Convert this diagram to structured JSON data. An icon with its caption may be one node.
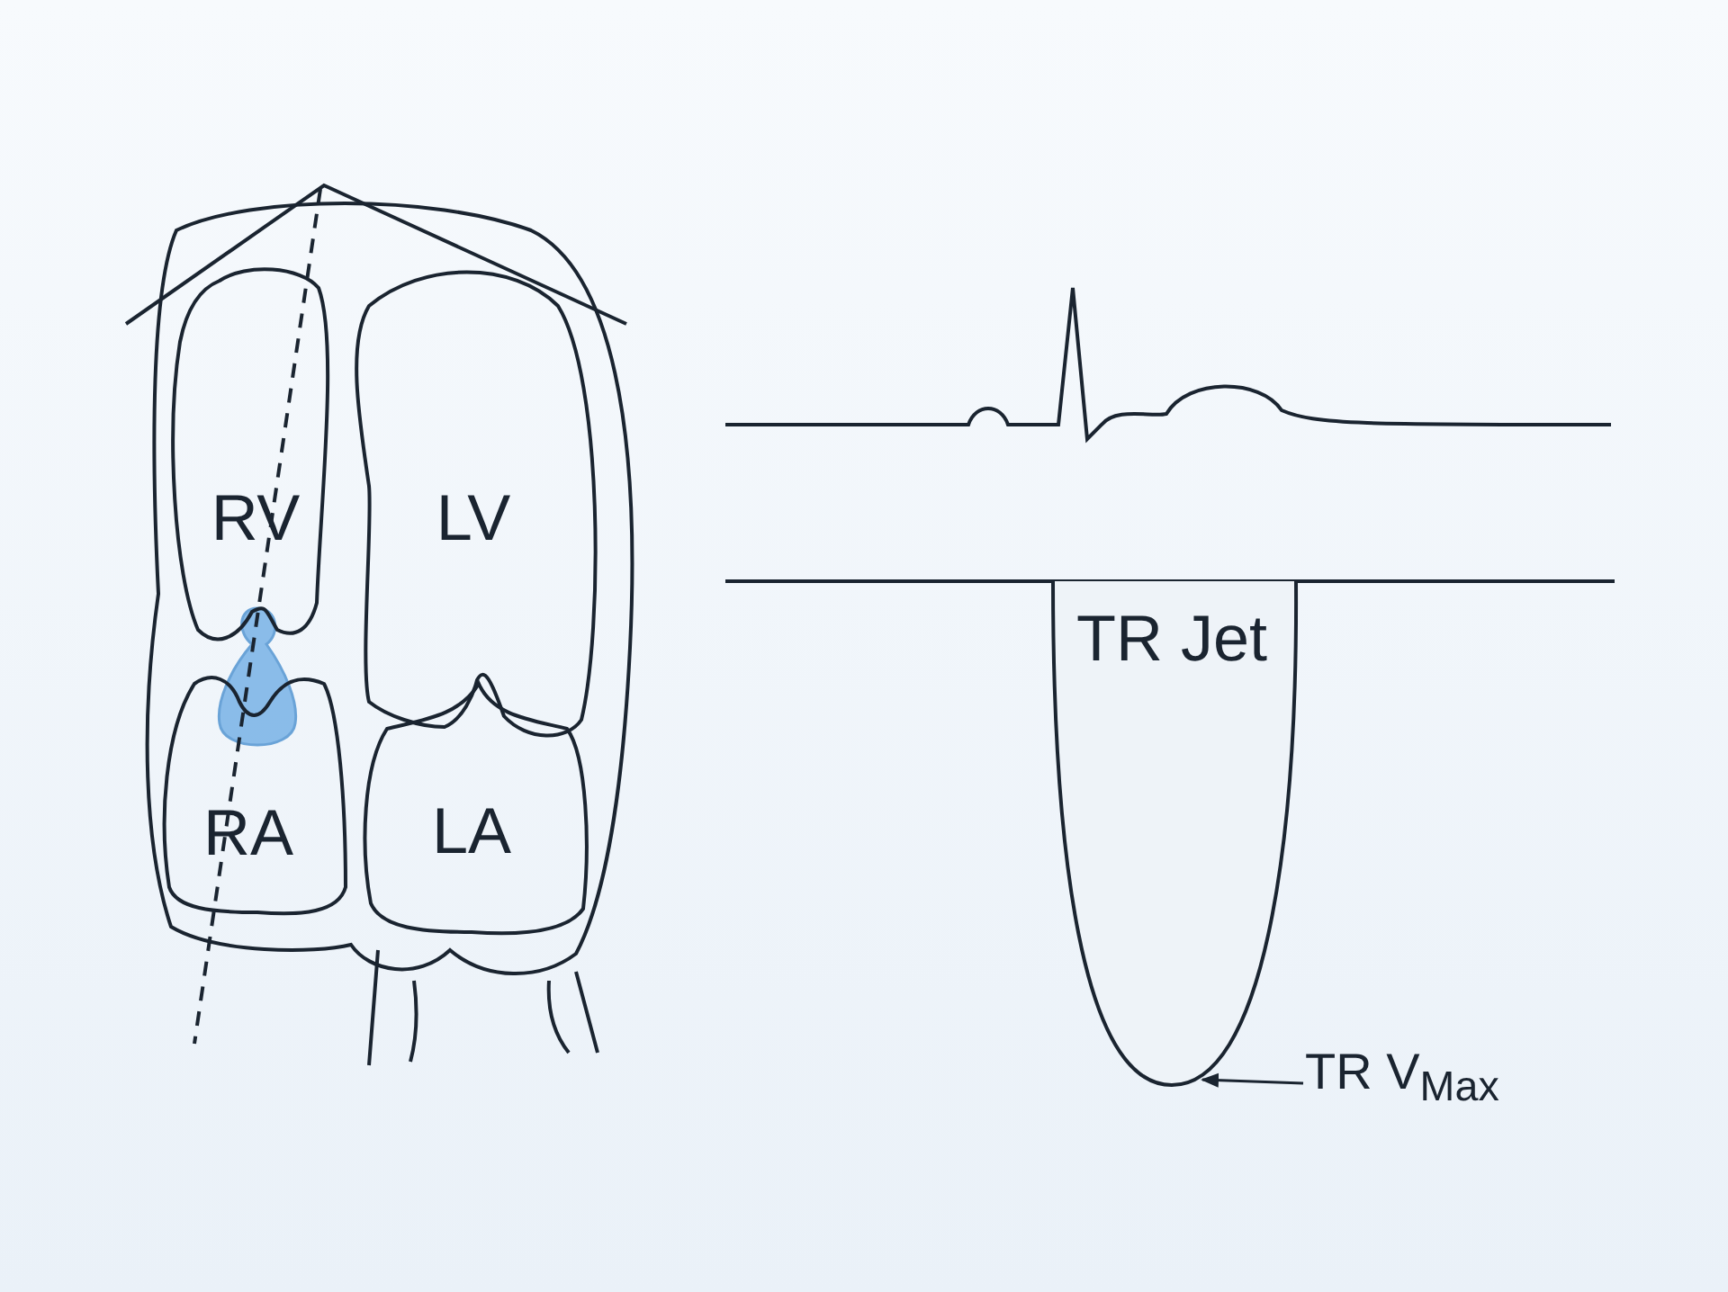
{
  "diagram": {
    "nodes": [
      {
        "text": [
          "RV"
        ]
      },
      {
        "text": [
          "LV"
        ]
      },
      {
        "text": [
          "RA"
        ]
      },
      {
        "text": [
          "LA"
        ]
      },
      {
        "text": [
          "TR Jet"
        ]
      },
      {
        "text": [
          "TR V$_{Max}$"
        ]
      }
    ],
    "edges": [
      {
        "from": 5,
        "to": 4,
        "arrow": "to"
      }
    ]
  }
}
